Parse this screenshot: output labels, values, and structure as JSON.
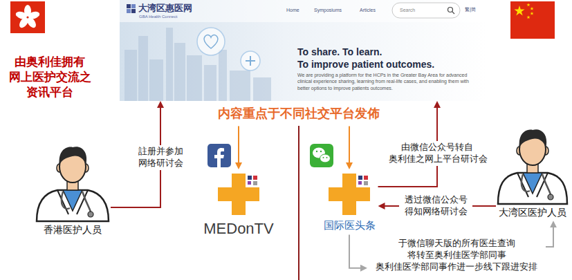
{
  "diagram": {
    "nodes": [
      {
        "text": [
          "大湾区惠医网",
          "GBA Health Connect",
          "Home",
          "Symposiums",
          "Articles",
          "Search",
          "繁|简",
          "To share. To learn.",
          "To improve patient outcomes.",
          "We are providing a platform for the HCPs in the Greater Bay Area for advanced clinical experience sharing, learning from real-life cases, and enabling them with better options to improve patients outcomes."
        ]
      },
      {
        "text": [
          "内容重点于不同社交平台发佈"
        ]
      },
      {
        "text": [
          "香港医护人员"
        ]
      },
      {
        "text": [
          "MEDonTV"
        ]
      },
      {
        "text": [
          "国际医头条"
        ]
      },
      {
        "text": [
          "大湾区医护人员"
        ]
      },
      {
        "text": [
          "于微信聊天版的所有医生查询 将转至奥利佳医学部同事",
          "奥利佳医学部同事作进一步线下跟进安排"
        ]
      }
    ],
    "edges": [
      {
        "from": 2,
        "to": 0,
        "arrow": "to",
        "label": "註册并参加 网络研讨会"
      },
      {
        "from": 1,
        "to": 3,
        "arrow": "to"
      },
      {
        "from": 1,
        "to": 4,
        "arrow": "to"
      },
      {
        "from": 4,
        "to": 0,
        "arrow": "to",
        "label": "由微信公众号转自 奥利佳之网上平台研讨会"
      },
      {
        "from": 5,
        "to": 4,
        "arrow": "to",
        "label": "透过微信公众号 得知网络研讨会"
      },
      {
        "from": 4,
        "to": 6,
        "arrow": "to"
      },
      {
        "from": 6,
        "to": 5,
        "arrow": "to"
      }
    ],
    "labels": [
      "由奥利佳拥有 网上医护交流之 资讯平台"
    ]
  }
}
